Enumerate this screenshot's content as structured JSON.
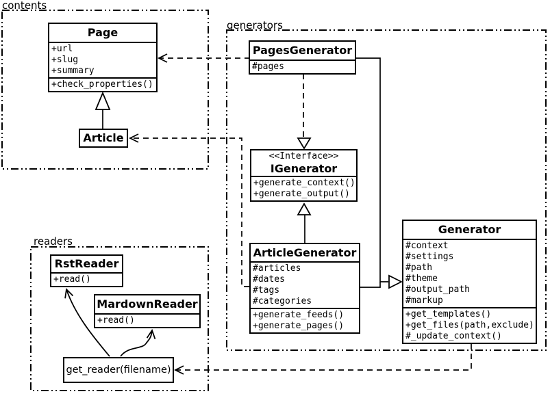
{
  "packages": {
    "contents": {
      "label": "contents"
    },
    "generators": {
      "label": "generators"
    },
    "readers": {
      "label": "readers"
    }
  },
  "classes": {
    "page": {
      "title": "Page",
      "attributes": [
        "+url",
        "+slug",
        "+summary"
      ],
      "methods": [
        "+check_properties()"
      ]
    },
    "article": {
      "title": "Article"
    },
    "pages_generator": {
      "title": "PagesGenerator",
      "attributes": [
        "#pages"
      ]
    },
    "igenerator": {
      "stereotype": "<<Interface>>",
      "title": "IGenerator",
      "methods": [
        "+generate_context()",
        "+generate_output()"
      ]
    },
    "article_generator": {
      "title": "ArticleGenerator",
      "attributes": [
        "#articles",
        "#dates",
        "#tags",
        "#categories"
      ],
      "methods": [
        "+generate_feeds()",
        "+generate_pages()"
      ]
    },
    "generator": {
      "title": "Generator",
      "attributes": [
        "#context",
        "#settings",
        "#path",
        "#theme",
        "#output_path",
        "#markup"
      ],
      "methods": [
        "+get_templates()",
        "+get_files(path,exclude)",
        "#_update_context()"
      ]
    },
    "rst_reader": {
      "title": "RstReader",
      "methods": [
        "+read()"
      ]
    },
    "mardown_reader": {
      "title": "MardownReader",
      "methods": [
        "+read()"
      ]
    },
    "get_reader": {
      "title": "get_reader(filename)"
    }
  },
  "relations": [
    {
      "from": "PagesGenerator",
      "to": "Page",
      "type": "dashed-dependency"
    },
    {
      "from": "ArticleGenerator",
      "to": "Article",
      "type": "dashed-dependency"
    },
    {
      "from": "PagesGenerator",
      "to": "IGenerator",
      "type": "dashed-realization"
    },
    {
      "from": "ArticleGenerator",
      "to": "IGenerator",
      "type": "generalization"
    },
    {
      "from": "PagesGenerator",
      "to": "Generator",
      "type": "generalization"
    },
    {
      "from": "ArticleGenerator",
      "to": "Generator",
      "type": "generalization"
    },
    {
      "from": "Generator",
      "to": "get_reader(filename)",
      "type": "dashed-dependency"
    },
    {
      "from": "get_reader(filename)",
      "to": "RstReader",
      "type": "arrow"
    },
    {
      "from": "get_reader(filename)",
      "to": "MardownReader",
      "type": "arrow"
    }
  ],
  "colors": {
    "line": "#000000",
    "background": "#ffffff",
    "box_fill": "#ffffff"
  }
}
